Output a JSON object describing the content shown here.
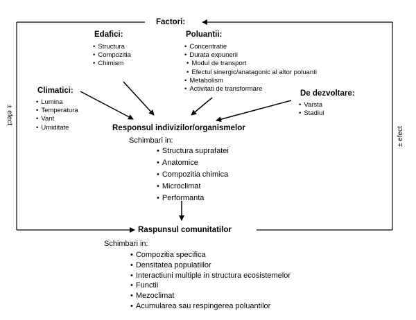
{
  "factori": "Factori:",
  "groups": {
    "edafici": {
      "title": "Edafici:",
      "items": [
        "Structura",
        "Compozitia",
        "Chimism"
      ]
    },
    "poluantii": {
      "title": "Poluantii:",
      "items": [
        "Concentratie",
        "Durata expunerii",
        "Modul de transport",
        "Efectul sinergic/anatagonic al altor poluanti",
        "Metabolism",
        "Activitati de transformare"
      ]
    },
    "climatici": {
      "title": "Climatici:",
      "items": [
        "Lumina",
        "Temperatura",
        "Vant",
        "Umiditate"
      ]
    },
    "dezvoltare": {
      "title": "De dezvoltare:",
      "items": [
        "Varsta",
        "Stadiul"
      ]
    }
  },
  "responsul": {
    "title": "Responsul indivizilor/organismelor",
    "subtitle": "Schimbari in:",
    "items": [
      "Structura suprafatei",
      "Anatomice",
      "Compozitia chimica",
      "Microclimat",
      "Performanta"
    ]
  },
  "raspunsul": {
    "title": "Raspunsul comunitatilor",
    "subtitle": "Schimbari in:",
    "items": [
      "Compozitia specifica",
      "Densitatea populatiilor",
      "Interactiuni multiple in structura ecosistemelor",
      "Functii",
      "Mezoclimat",
      "Acumularea sau respingerea poluantilor"
    ]
  },
  "side_label": "± efect"
}
